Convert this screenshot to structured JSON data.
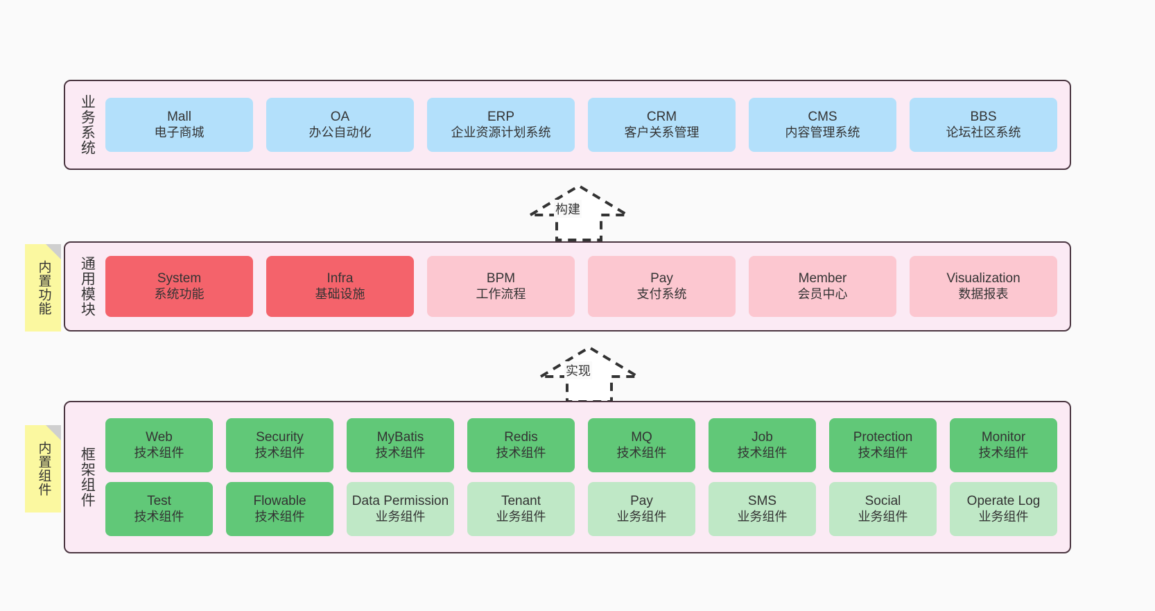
{
  "page": {
    "background": "#fafafa",
    "title": "系统架构分层图"
  },
  "colors": {
    "panel_bg": "#fbeaf4",
    "panel_border": "#4a3540",
    "business_box": "#b3e0fb",
    "module_core": "#f4636b",
    "module_optional": "#fcc7d0",
    "component_tech": "#61c878",
    "component_biz": "#bfe8c6",
    "note_bg": "#fbf8a0",
    "note_fold": "#cfcfcf",
    "text": "#333333"
  },
  "layers": [
    {
      "id": "business-system",
      "label": "业务系统",
      "note": null,
      "rows": [
        {
          "style": "blue",
          "boxes": [
            {
              "name": "Mall",
              "title": "Mall",
              "subtitle": "电子商城"
            },
            {
              "name": "OA",
              "title": "OA",
              "subtitle": "办公自动化"
            },
            {
              "name": "ERP",
              "title": "ERP",
              "subtitle": "企业资源计划系统"
            },
            {
              "name": "CRM",
              "title": "CRM",
              "subtitle": "客户关系管理"
            },
            {
              "name": "CMS",
              "title": "CMS",
              "subtitle": "内容管理系统"
            },
            {
              "name": "BBS",
              "title": "BBS",
              "subtitle": "论坛社区系统"
            }
          ]
        }
      ]
    },
    {
      "id": "common-module",
      "label": "通用模块",
      "note": "内置功能",
      "rows": [
        {
          "style": "mixed",
          "boxes": [
            {
              "name": "System",
              "title": "System",
              "subtitle": "系统功能",
              "style": "red"
            },
            {
              "name": "Infra",
              "title": "Infra",
              "subtitle": "基础设施",
              "style": "red"
            },
            {
              "name": "BPM",
              "title": "BPM",
              "subtitle": "工作流程",
              "style": "pink"
            },
            {
              "name": "Pay",
              "title": "Pay",
              "subtitle": "支付系统",
              "style": "pink"
            },
            {
              "name": "Member",
              "title": "Member",
              "subtitle": "会员中心",
              "style": "pink"
            },
            {
              "name": "Visualization",
              "title": "Visualization",
              "subtitle": "数据报表",
              "style": "pink"
            }
          ]
        }
      ]
    },
    {
      "id": "framework-component",
      "label": "框架组件",
      "note": "内置组件",
      "rows": [
        {
          "style": "green",
          "boxes": [
            {
              "name": "Web",
              "title": "Web",
              "subtitle": "技术组件",
              "style": "green"
            },
            {
              "name": "Security",
              "title": "Security",
              "subtitle": "技术组件",
              "style": "green"
            },
            {
              "name": "MyBatis",
              "title": "MyBatis",
              "subtitle": "技术组件",
              "style": "green"
            },
            {
              "name": "Redis",
              "title": "Redis",
              "subtitle": "技术组件",
              "style": "green"
            },
            {
              "name": "MQ",
              "title": "MQ",
              "subtitle": "技术组件",
              "style": "green"
            },
            {
              "name": "Job",
              "title": "Job",
              "subtitle": "技术组件",
              "style": "green"
            },
            {
              "name": "Protection",
              "title": "Protection",
              "subtitle": "技术组件",
              "style": "green"
            },
            {
              "name": "Monitor",
              "title": "Monitor",
              "subtitle": "技术组件",
              "style": "green"
            }
          ]
        },
        {
          "style": "mixed",
          "boxes": [
            {
              "name": "Test",
              "title": "Test",
              "subtitle": "技术组件",
              "style": "green"
            },
            {
              "name": "Flowable",
              "title": "Flowable",
              "subtitle": "技术组件",
              "style": "green"
            },
            {
              "name": "Data Permission",
              "title": "Data Permission",
              "subtitle": "业务组件",
              "style": "lightgreen"
            },
            {
              "name": "Tenant",
              "title": "Tenant",
              "subtitle": "业务组件",
              "style": "lightgreen"
            },
            {
              "name": "Pay",
              "title": "Pay",
              "subtitle": "业务组件",
              "style": "lightgreen"
            },
            {
              "name": "SMS",
              "title": "SMS",
              "subtitle": "业务组件",
              "style": "lightgreen"
            },
            {
              "name": "Social",
              "title": "Social",
              "subtitle": "业务组件",
              "style": "lightgreen"
            },
            {
              "name": "Operate Log",
              "title": "Operate Log",
              "subtitle": "业务组件",
              "style": "lightgreen"
            }
          ]
        }
      ]
    }
  ],
  "arrows": [
    {
      "id": "build",
      "label": "构建",
      "direction": "up",
      "style": "dashed-hollow"
    },
    {
      "id": "implement",
      "label": "实现",
      "direction": "up",
      "style": "dashed-hollow"
    }
  ]
}
